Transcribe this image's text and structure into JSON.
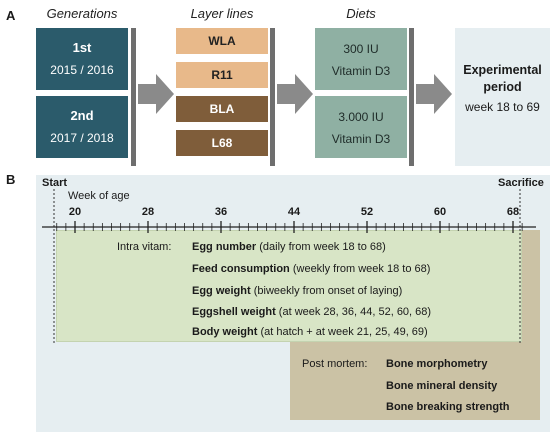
{
  "panelA": {
    "letter": "A",
    "headers": {
      "generations": "Generations",
      "layer_lines": "Layer lines",
      "diets": "Diets"
    },
    "generations": [
      {
        "title": "1st",
        "years": "2015 / 2016"
      },
      {
        "title": "2nd",
        "years": "2017 / 2018"
      }
    ],
    "layer_lines": [
      "WLA",
      "R11",
      "BLA",
      "L68"
    ],
    "diets": [
      {
        "line1": "300 IU",
        "line2": "Vitamin D3"
      },
      {
        "line1": "3.000 IU",
        "line2": "Vitamin D3"
      }
    ],
    "experimental": {
      "title_line1": "Experimental",
      "title_line2": "period",
      "subtitle": "week 18 to 69"
    },
    "colors": {
      "generation": "#2b5b6b",
      "line_light": "#e8b98a",
      "line_dark": "#7f5d3a",
      "diet": "#8fb0a3",
      "arrow": "#8a8a8a",
      "bar": "#6e6e6e"
    }
  },
  "panelB": {
    "letter": "B",
    "start_label": "Start",
    "end_label": "Sacrifice",
    "axis_title": "Week of age",
    "axis_ticks": [
      "20",
      "28",
      "36",
      "44",
      "52",
      "60",
      "68"
    ],
    "intra_vitam": {
      "label": "Intra vitam:",
      "items": [
        {
          "name": "Egg number",
          "detail": "(daily from week 18 to 68)"
        },
        {
          "name": "Feed consumption",
          "detail": "(weekly from week 18 to 68)"
        },
        {
          "name": "Egg weight",
          "detail": "(biweekly from onset of laying)"
        },
        {
          "name": "Eggshell weight",
          "detail": "(at week 28, 36, 44, 52, 60, 68)"
        },
        {
          "name": "Body weight",
          "detail": "(at hatch + at week 21, 25, 49, 69)"
        }
      ]
    },
    "post_mortem": {
      "label": "Post mortem:",
      "items": [
        "Bone morphometry",
        "Bone mineral density",
        "Bone breaking strength"
      ]
    },
    "colors": {
      "background": "#e6eef1",
      "intra": "#d8e5c6",
      "post": "#cbc2a5"
    }
  }
}
